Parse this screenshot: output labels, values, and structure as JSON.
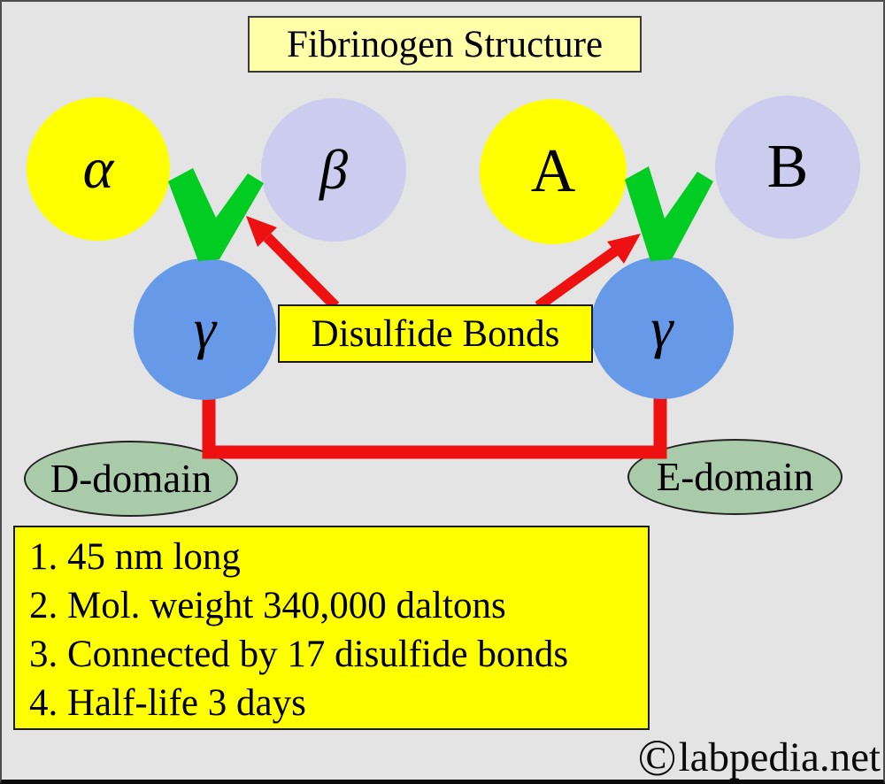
{
  "title": "Fibrinogen Structure",
  "chains": {
    "alpha": "α",
    "beta": "β",
    "a": "A",
    "b": "B",
    "gamma_left": "γ",
    "gamma_right": "γ"
  },
  "bond_label": "Disulfide Bonds",
  "domains": {
    "d": "D-domain",
    "e": "E-domain"
  },
  "facts": [
    "1. 45 nm long",
    "2. Mol. weight 340,000 daltons",
    "3. Connected by 17 disulfide bonds",
    "4. Half-life 3 days"
  ],
  "watermark": {
    "symbol": "©",
    "text": "labpedia.net"
  },
  "colors": {
    "background": "#E4E4E4",
    "chain_yellow": "#FFFF00",
    "chain_lavender": "#CCCCEE",
    "chain_blue": "#6699E8",
    "bond_green": "#00CC22",
    "arrow_red": "#EE1111",
    "domain_green": "#A9CBA9",
    "title_box_bg": "#FFFFAA",
    "label_box_bg": "#FFFF00",
    "text": "#000000"
  }
}
